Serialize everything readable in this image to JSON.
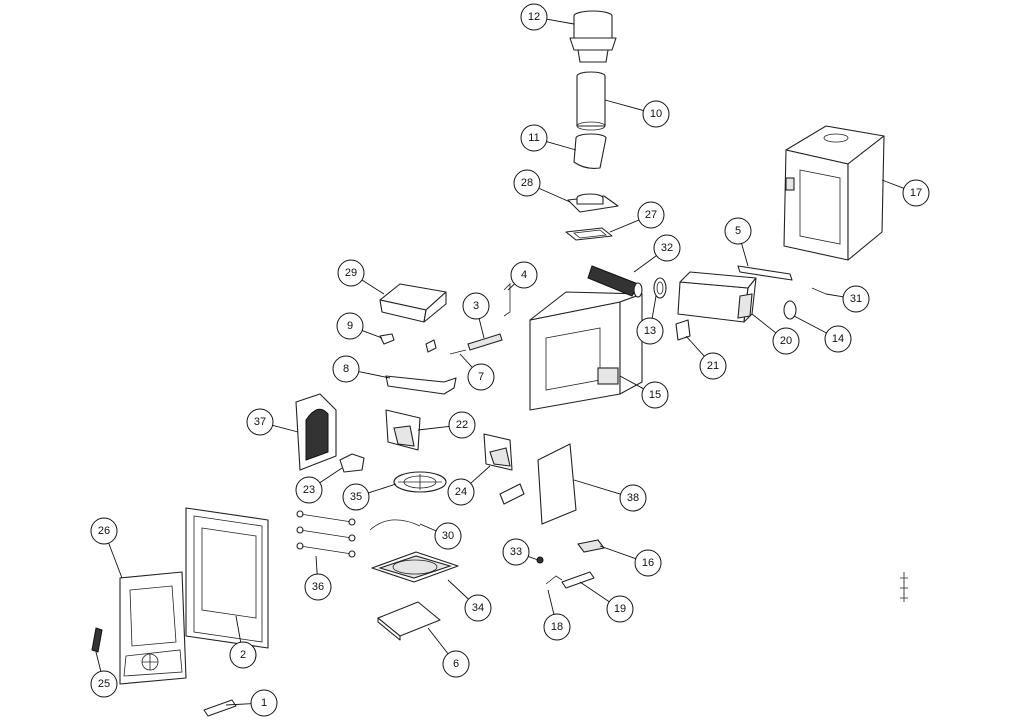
{
  "callouts": [
    "1",
    "2",
    "3",
    "4",
    "5",
    "6",
    "7",
    "8",
    "9",
    "10",
    "11",
    "12",
    "13",
    "14",
    "15",
    "16",
    "17",
    "18",
    "19",
    "20",
    "21",
    "22",
    "23",
    "24",
    "25",
    "26",
    "27",
    "28",
    "29",
    "30",
    "31",
    "32",
    "33",
    "34",
    "35",
    "36",
    "37",
    "38"
  ]
}
